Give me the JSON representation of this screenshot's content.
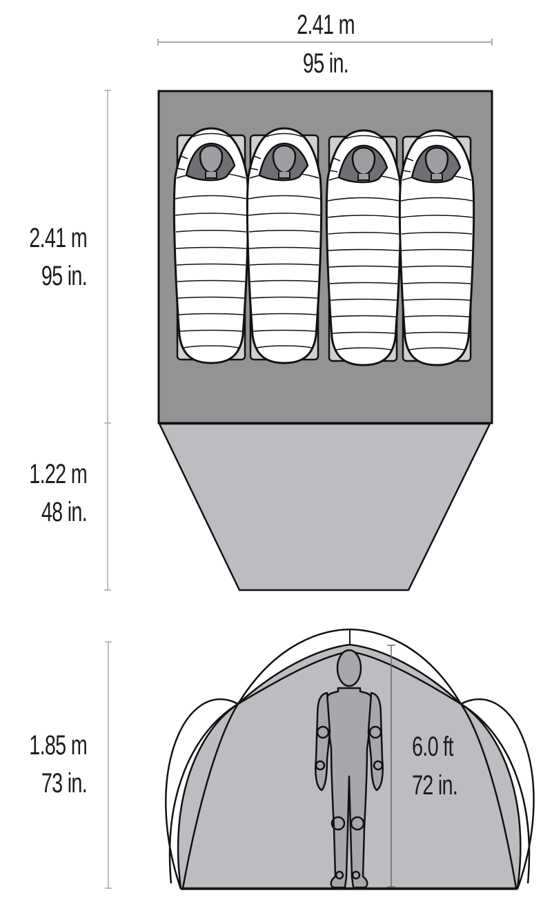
{
  "floor_plan": {
    "width": {
      "metric": "2.41 m",
      "imperial": "95 in."
    },
    "length": {
      "metric": "2.41 m",
      "imperial": "95 in."
    },
    "sleeping_bags": 4
  },
  "vestibule": {
    "depth": {
      "metric": "1.22 m",
      "imperial": "48 in."
    }
  },
  "profile": {
    "peak_height": {
      "metric": "1.85 m",
      "imperial": "73 in."
    },
    "person_height": {
      "feet": "6.0 ft",
      "imperial": "72 in."
    }
  },
  "colors": {
    "tent_floor": "#939395",
    "sleeping_pad": "#cfd0d2",
    "vestibule": "#bcbdc0",
    "profile_fill": "#bcbdc0",
    "person": "#a7a8ab",
    "dimension_line": "#9a9a9a",
    "outline": "#111111"
  }
}
